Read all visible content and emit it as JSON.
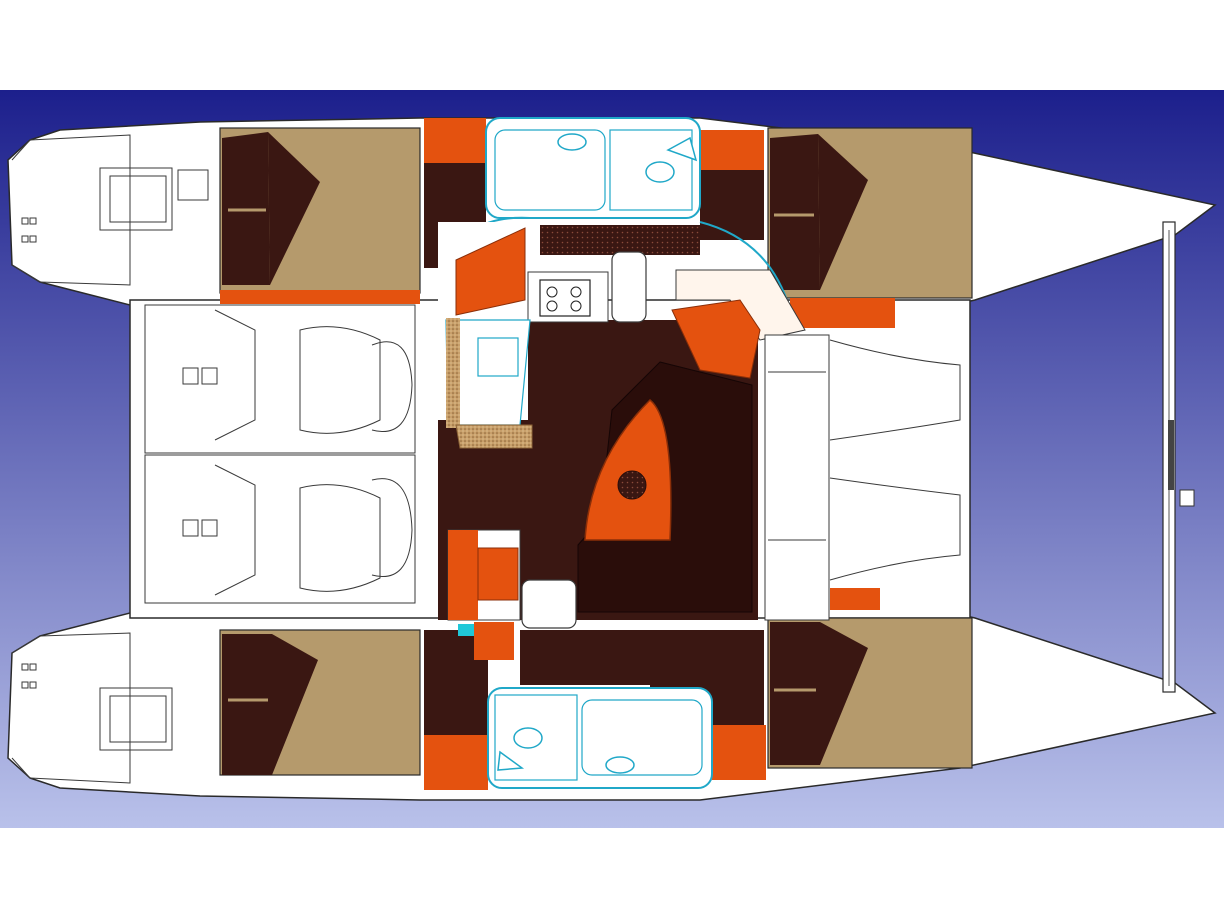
{
  "colors": {
    "background_top": "#1c1f8c",
    "background_bottom": "#b9c1ea",
    "hull": "#ffffff",
    "outline": "#2a2a2a",
    "orange": "#e4520f",
    "dark_wood": "#3a1712",
    "tan": "#b59a6c",
    "plumbing_blue": "#20a8c8",
    "cork": "#b58e5c"
  },
  "zones": [
    {
      "name": "cabin-berth-port-aft"
    },
    {
      "name": "cabin-berth-port-fwd"
    },
    {
      "name": "cabin-berth-starboard-aft"
    },
    {
      "name": "cabin-berth-starboard-fwd"
    },
    {
      "name": "saloon"
    },
    {
      "name": "galley"
    },
    {
      "name": "nav-station"
    },
    {
      "name": "head-port"
    },
    {
      "name": "head-starboard"
    },
    {
      "name": "cockpit"
    },
    {
      "name": "trampoline"
    }
  ],
  "icons": {
    "sink": "sink-icon",
    "toilet": "toilet-icon",
    "stove": "stove-icon",
    "shower": "shower-icon",
    "hatch": "hatch-icon"
  }
}
